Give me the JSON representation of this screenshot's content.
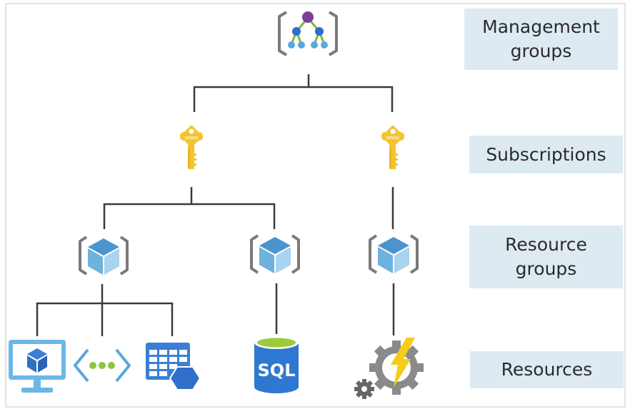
{
  "diagram": {
    "levels": [
      {
        "id": "management-groups",
        "label_line1": "Management",
        "label_line2": "groups"
      },
      {
        "id": "subscriptions",
        "label": "Subscriptions"
      },
      {
        "id": "resource-groups",
        "label_line1": "Resource",
        "label_line2": "groups"
      },
      {
        "id": "resources",
        "label": "Resources"
      }
    ],
    "nodes": {
      "management_group": {
        "icon": "management-group-icon"
      },
      "subscriptions": [
        {
          "icon": "subscription-key-icon"
        },
        {
          "icon": "subscription-key-icon"
        }
      ],
      "resource_groups": [
        {
          "icon": "resource-group-icon",
          "parent": "subscription-1"
        },
        {
          "icon": "resource-group-icon",
          "parent": "subscription-1"
        },
        {
          "icon": "resource-group-icon",
          "parent": "subscription-2"
        }
      ],
      "resources": [
        {
          "icon": "virtual-machine-icon",
          "parent": "resource-group-1"
        },
        {
          "icon": "virtual-network-icon",
          "parent": "resource-group-1"
        },
        {
          "icon": "storage-table-icon",
          "parent": "resource-group-1"
        },
        {
          "icon": "sql-database-icon",
          "parent": "resource-group-2",
          "text": "SQL"
        },
        {
          "icon": "automation-gear-icon",
          "parent": "resource-group-3"
        }
      ]
    },
    "colors": {
      "label_bg": "#deeaf2",
      "connector": "#3a3a3a",
      "bracket": "#7a7a7a",
      "key": "#f2c530",
      "cube_top": "#4c94cd",
      "cube_left": "#6eb2de",
      "cube_right": "#a9d3ee",
      "azure_blue": "#2f78d1",
      "sql_top": "#9bcb3a",
      "gear": "#8a8a8a",
      "bolt": "#f5cd18",
      "mg_purple": "#7a3f98",
      "mg_green": "#7ab83c"
    }
  }
}
